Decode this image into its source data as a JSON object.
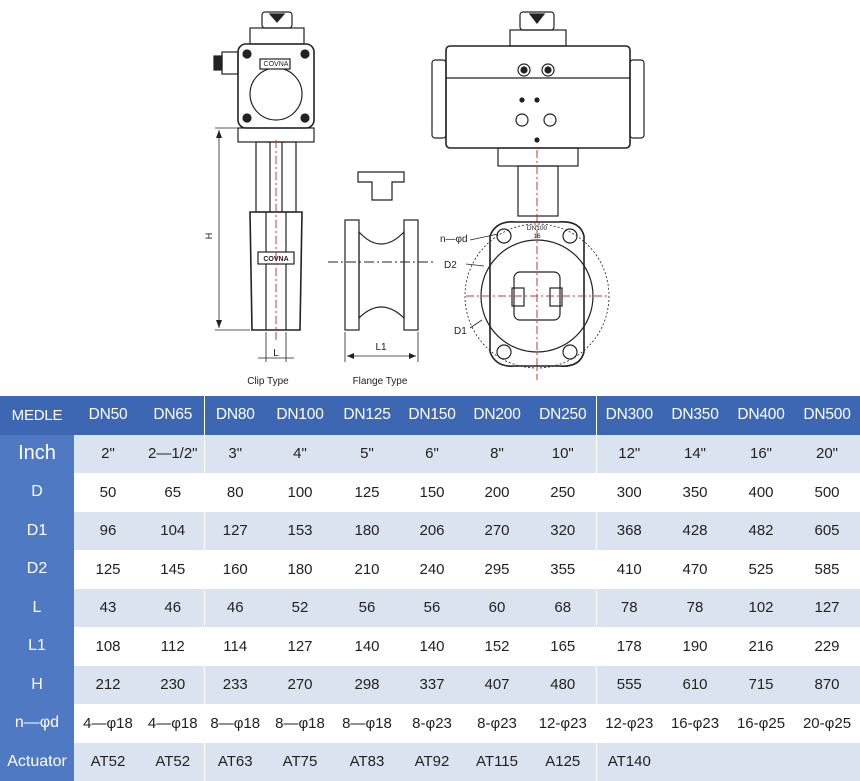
{
  "drawing": {
    "brand_left": "COVNA",
    "brand_body": "COVNA",
    "dim_h": "H",
    "dim_l": "L",
    "dim_l1": "L1",
    "caption_clip": "Clip Type",
    "caption_flange": "Flange Type",
    "label_npd": "n—φd",
    "label_d2": "D2",
    "label_d1": "D1",
    "disc_dn": "DN100",
    "disc_pn": "16"
  },
  "table": {
    "header_label": "MEDLE",
    "columns": [
      "DN50",
      "DN65",
      "DN80",
      "DN100",
      "DN125",
      "DN150",
      "DN200",
      "DN250",
      "DN300",
      "DN350",
      "DN400",
      "DN500"
    ],
    "rows": [
      {
        "label": "Inch",
        "values": [
          "2\"",
          "2—1/2\"",
          "3\"",
          "4\"",
          "5\"",
          "6\"",
          "8\"",
          "10\"",
          "12\"",
          "14\"",
          "16\"",
          "20\""
        ]
      },
      {
        "label": "D",
        "values": [
          "50",
          "65",
          "80",
          "100",
          "125",
          "150",
          "200",
          "250",
          "300",
          "350",
          "400",
          "500"
        ]
      },
      {
        "label": "D1",
        "values": [
          "96",
          "104",
          "127",
          "153",
          "180",
          "206",
          "270",
          "320",
          "368",
          "428",
          "482",
          "605"
        ]
      },
      {
        "label": "D2",
        "values": [
          "125",
          "145",
          "160",
          "180",
          "210",
          "240",
          "295",
          "355",
          "410",
          "470",
          "525",
          "585"
        ]
      },
      {
        "label": "L",
        "values": [
          "43",
          "46",
          "46",
          "52",
          "56",
          "56",
          "60",
          "68",
          "78",
          "78",
          "102",
          "127"
        ]
      },
      {
        "label": "L1",
        "values": [
          "108",
          "112",
          "114",
          "127",
          "140",
          "140",
          "152",
          "165",
          "178",
          "190",
          "216",
          "229"
        ]
      },
      {
        "label": "H",
        "values": [
          "212",
          "230",
          "233",
          "270",
          "298",
          "337",
          "407",
          "480",
          "555",
          "610",
          "715",
          "870"
        ]
      },
      {
        "label": "n—φd",
        "values": [
          "4—φ18",
          "4—φ18",
          "8—φ18",
          "8—φ18",
          "8—φ18",
          "8-φ23",
          "8-φ23",
          "12-φ23",
          "12-φ23",
          "16-φ23",
          "16-φ25",
          "20-φ25"
        ]
      },
      {
        "label": "Actuator",
        "values": [
          "AT52",
          "AT52",
          "AT63",
          "AT75",
          "AT83",
          "AT92",
          "AT115",
          "A125",
          "AT140",
          "",
          "",
          ""
        ]
      }
    ]
  }
}
